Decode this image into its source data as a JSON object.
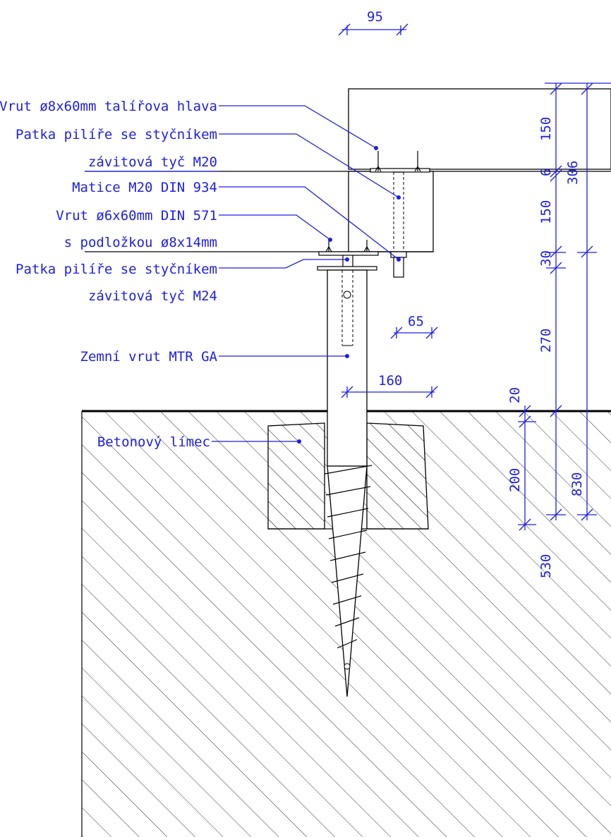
{
  "labels": {
    "vrut_8x60": "Vrut ø8x60mm talířova hlava",
    "patka_m20_l1": "Patka pilíře se styčníkem",
    "patka_m20_l2": "závitová tyč M20",
    "matice": "Matice M20 DIN 934",
    "vrut_6x60_l1": "Vrut ø6x60mm DIN 571",
    "vrut_6x60_l2": "s podložkou  ø8x14mm",
    "patka_m24_l1": "Patka pilíře se styčníkem",
    "patka_m24_l2": "závitová tyč M24",
    "zemni_vrut": "Zemní vrut MTR GA",
    "betonovy_limec": "Betonový límec"
  },
  "dimensions": {
    "d95": "95",
    "d150_top": "150",
    "d6": "6",
    "d306": "306",
    "d150_mid": "150",
    "d30": "30",
    "d270": "270",
    "d65": "65",
    "d160": "160",
    "d20": "20",
    "d200": "200",
    "d830": "830",
    "d530": "530"
  },
  "colors": {
    "annotation": "#1e1ee6",
    "outline": "#000000"
  }
}
